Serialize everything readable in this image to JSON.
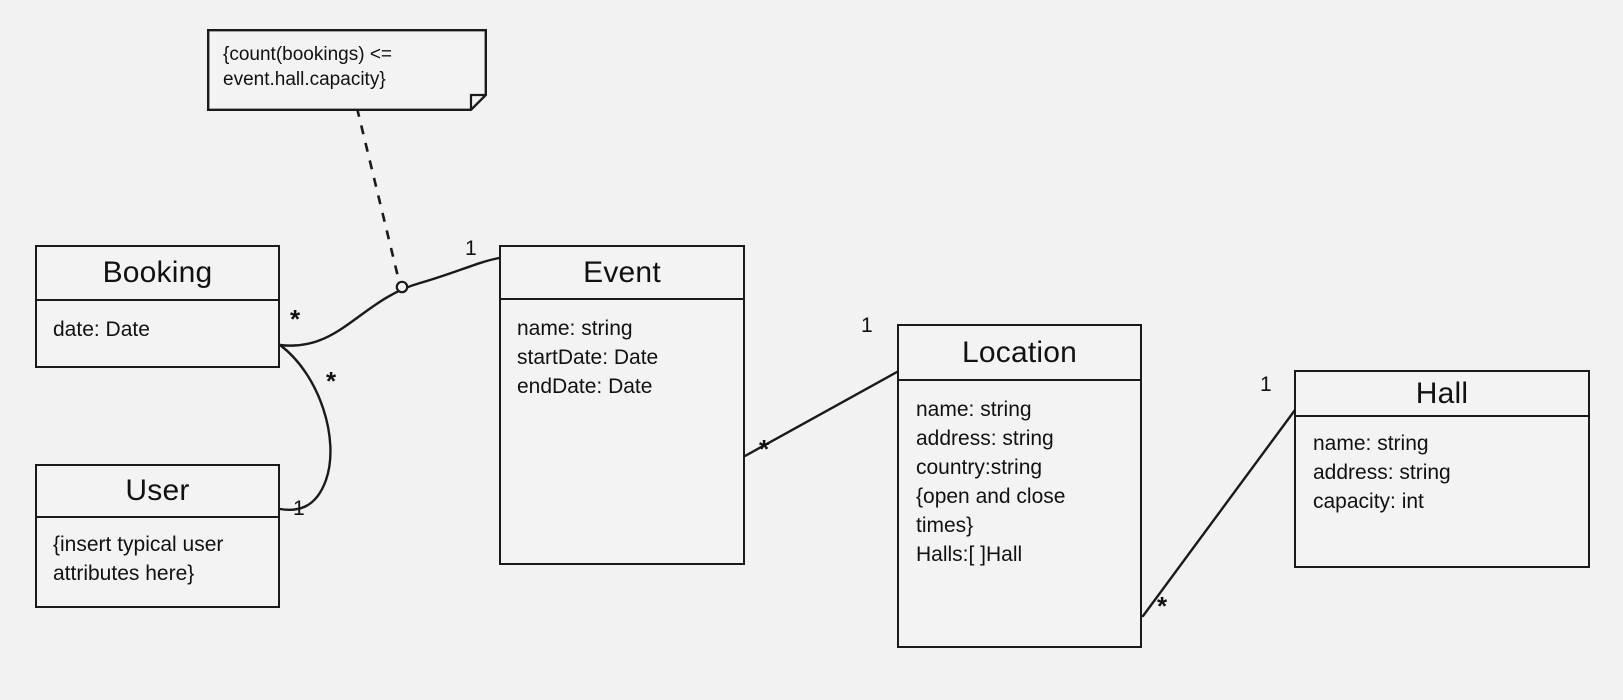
{
  "diagram": {
    "kind": "uml-class-diagram",
    "background_color": "#f2f2f2",
    "line_color": "#1a1a1a",
    "box_fill": "#f3f3f3",
    "text_color": "#111111"
  },
  "note": {
    "name": "capacity-constraint-note",
    "line1": "{count(bookings) <=",
    "line2": "event.hall.capacity}"
  },
  "classes": [
    {
      "id": "booking",
      "name": "Booking",
      "attributes": [
        "date: Date"
      ]
    },
    {
      "id": "user",
      "name": "User",
      "attributes": [
        "{insert typical user",
        "attributes here}"
      ]
    },
    {
      "id": "event",
      "name": "Event",
      "attributes": [
        "name: string",
        "startDate: Date",
        "endDate: Date"
      ]
    },
    {
      "id": "location",
      "name": "Location",
      "attributes": [
        "name: string",
        "address: string",
        "country:string",
        "{open and close",
        "times}",
        "Halls:[ ]Hall"
      ]
    },
    {
      "id": "hall",
      "name": "Hall",
      "attributes": [
        "name: string",
        "address: string",
        "capacity: int"
      ]
    }
  ],
  "associations": [
    {
      "id": "booking-event",
      "from": "Booking",
      "to": "Event",
      "from_multiplicity": "*",
      "to_multiplicity": "1"
    },
    {
      "id": "booking-user",
      "from": "Booking",
      "to": "User",
      "from_multiplicity": "*",
      "to_multiplicity": "1"
    },
    {
      "id": "event-location",
      "from": "Event",
      "to": "Location",
      "from_multiplicity": "*",
      "to_multiplicity": "1"
    },
    {
      "id": "location-hall",
      "from": "Location",
      "to": "Hall",
      "from_multiplicity": "*",
      "to_multiplicity": "1"
    }
  ],
  "multiplicity_labels": {
    "booking_to_event_star": "*",
    "event_end_one": "1",
    "booking_to_user_star": "*",
    "user_end_one": "1",
    "event_to_location_star": "*",
    "location_end_one": "1",
    "location_to_hall_star": "*",
    "hall_end_one": "1"
  }
}
